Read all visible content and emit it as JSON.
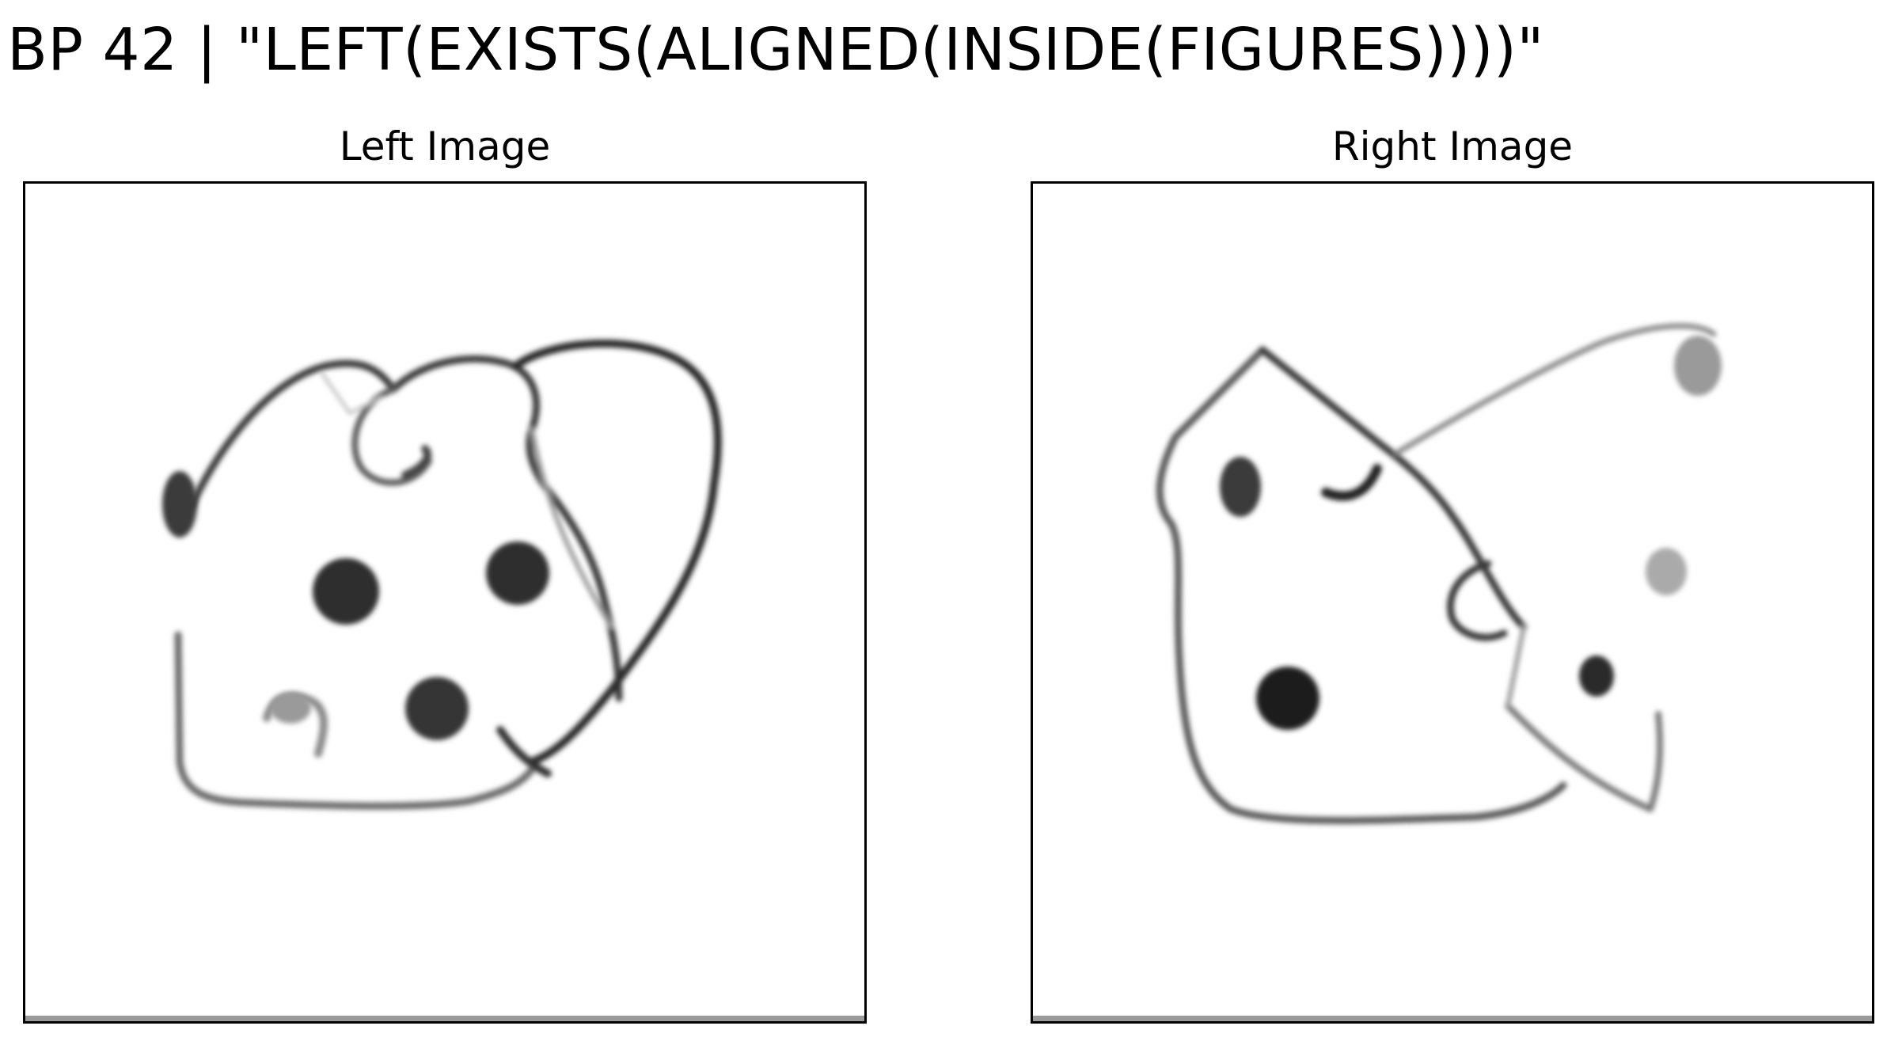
{
  "figure": {
    "title": "BP 42 | \"LEFT(EXISTS(ALIGNED(INSIDE(FIGURES))))\""
  },
  "panels": {
    "left": {
      "title": "Left Image"
    },
    "right": {
      "title": "Right Image"
    }
  },
  "colors": {
    "stroke": "#1a1a1a",
    "frame": "#000000",
    "background": "#ffffff"
  }
}
